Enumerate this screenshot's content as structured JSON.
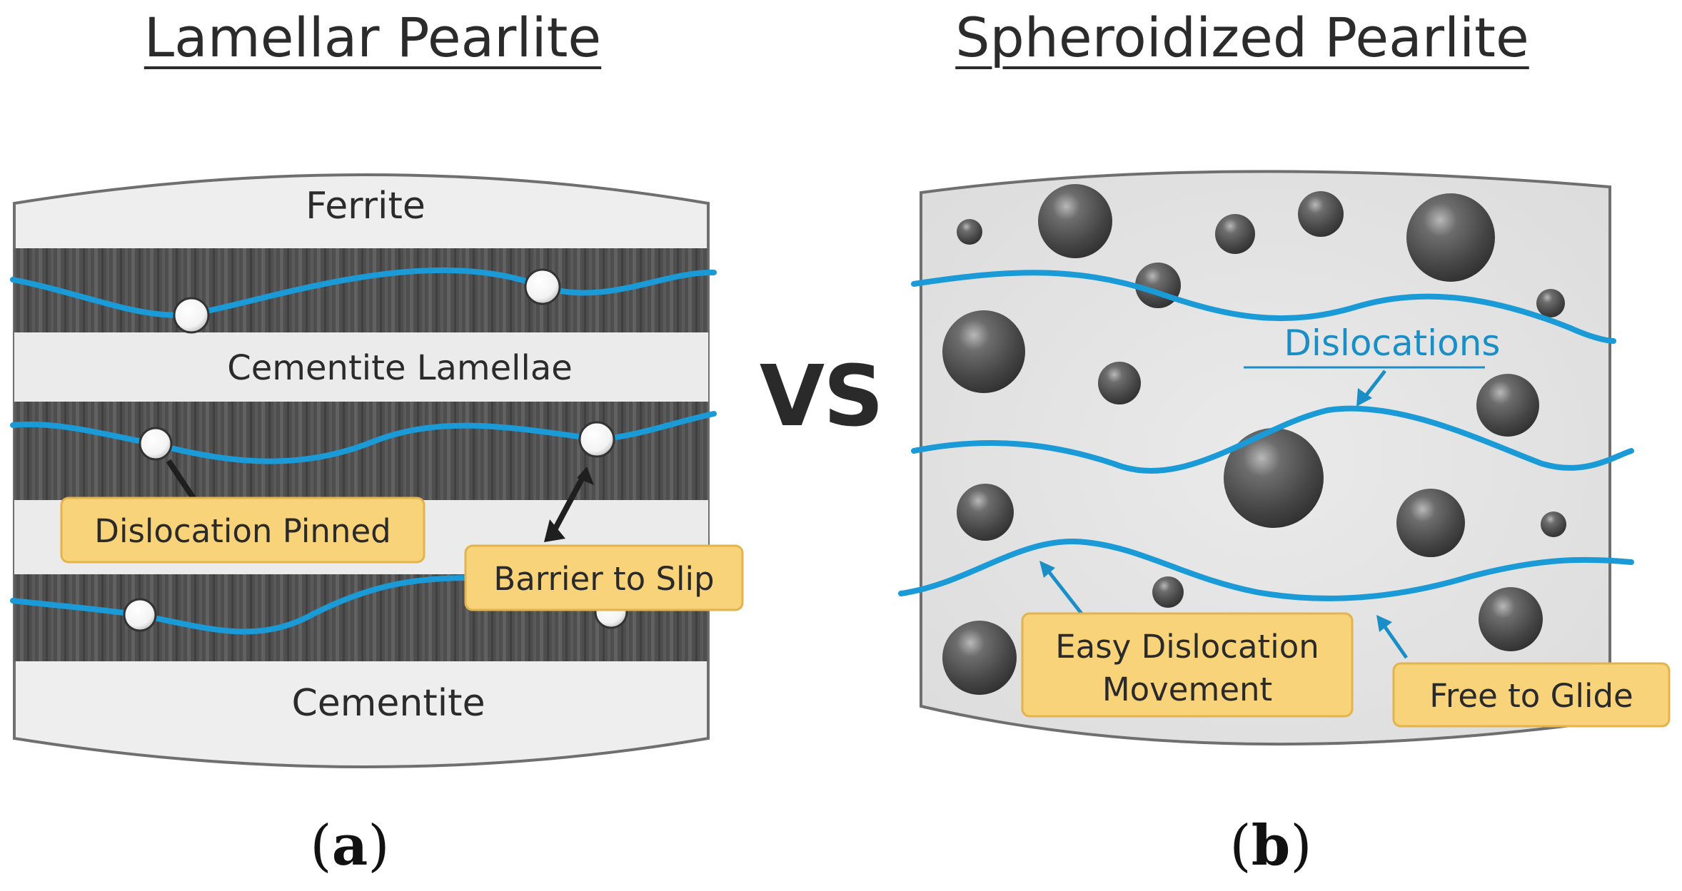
{
  "panel_a": {
    "title": "Lamellar Pearlite",
    "labels": {
      "ferrite": "Ferrite",
      "cementite_lamellae": "Cementite Lamellae",
      "cementite": "Cementite"
    },
    "callouts": {
      "pinned": "Dislocation Pinned",
      "barrier": "Barrier to Slip"
    },
    "caption": "a"
  },
  "vs_text": "VS",
  "panel_b": {
    "title": "Spheroidized Pearlite",
    "labels": {
      "dislocations": "Dislocations"
    },
    "callouts": {
      "easy_line1": "Easy Dislocation",
      "easy_line2": "Movement",
      "free": "Free to Glide"
    },
    "caption": "b"
  },
  "colors": {
    "dislocation_line": "#1a9bd7",
    "callout_fill": "#f8d37a",
    "callout_stroke": "#e3b34e",
    "lamella_dark": "#505050",
    "ferrite_light": "#e9e9e9",
    "matrix_bg": "#e6e6e6",
    "sphere": "#4a4a4a"
  }
}
